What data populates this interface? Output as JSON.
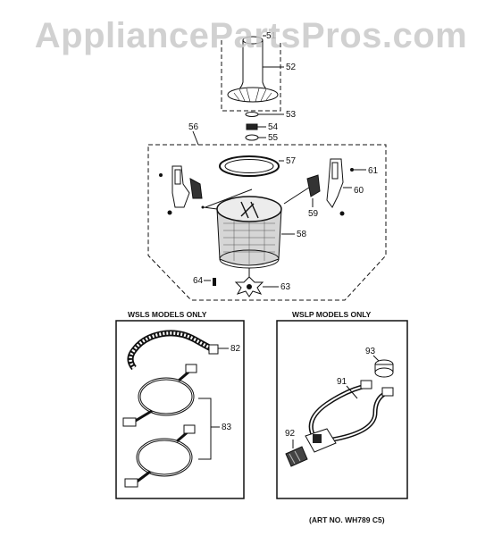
{
  "watermark": "AppliancePartsPros.com",
  "callouts": {
    "c51": "51",
    "c52": "52",
    "c53": "53",
    "c54": "54",
    "c55": "55",
    "c56": "56",
    "c57": "57",
    "c58": "58",
    "c59": "59",
    "c60": "60",
    "c61": "61",
    "c63": "63",
    "c64": "64",
    "c82": "82",
    "c83": "83",
    "c91": "91",
    "c92": "92",
    "c93": "93"
  },
  "panels": {
    "wsls_title": "WSLS MODELS ONLY",
    "wslp_title": "WSLP MODELS ONLY"
  },
  "art_no": "(ART NO. WH789 C5)"
}
